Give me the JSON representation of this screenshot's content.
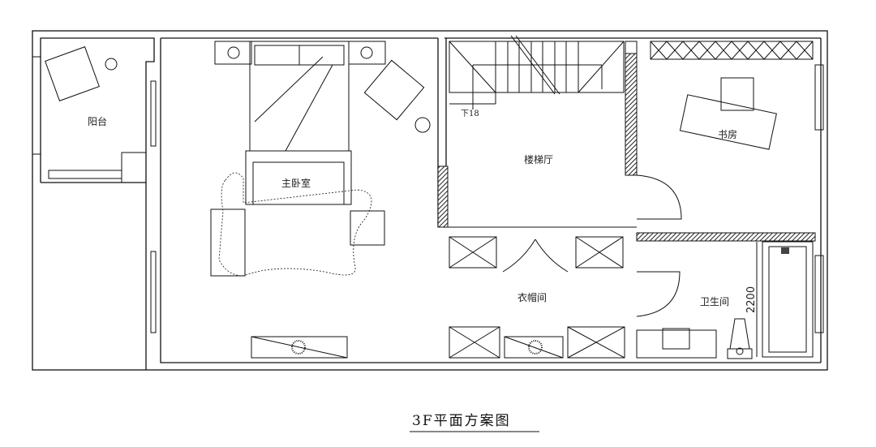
{
  "plan": {
    "title": "3F平面方案图",
    "rooms": {
      "balcony": "阳台",
      "master_bedroom": "主卧室",
      "stair_hall": "楼梯厅",
      "study": "书房",
      "cloakroom": "衣帽间",
      "bathroom": "卫生间"
    },
    "stair_note": "下18",
    "dimension": "2200"
  }
}
